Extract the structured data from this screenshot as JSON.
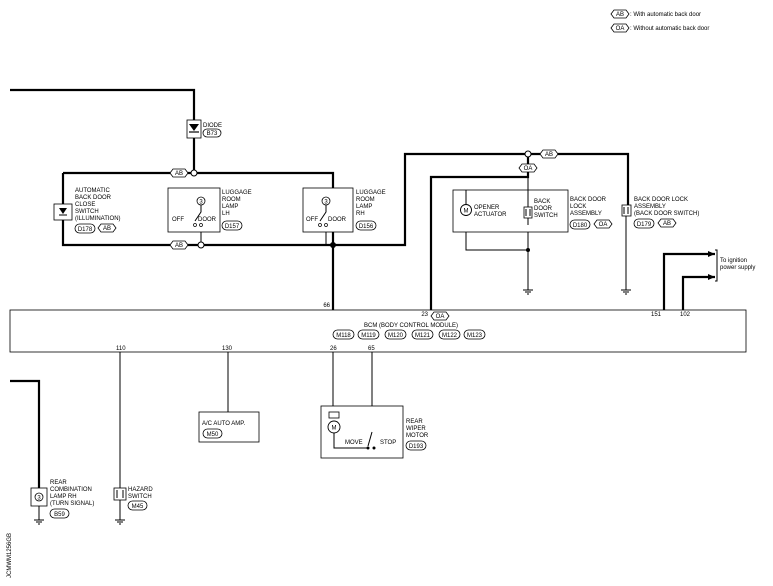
{
  "legend": {
    "ab": {
      "code": "AB",
      "text": ": With automatic back door"
    },
    "oa": {
      "code": "OA",
      "text": ": Without automatic back door"
    }
  },
  "diode": {
    "label": "DIODE",
    "connector": "B73"
  },
  "auto_switch": {
    "lines": [
      "AUTOMATIC",
      "BACK DOOR",
      "CLOSE",
      "SWITCH",
      "(ILLUMINATION)"
    ],
    "connector": "D178",
    "variant": "AB"
  },
  "lamp_lh": {
    "lines": [
      "LUGGAGE",
      "ROOM",
      "LAMP",
      "LH"
    ],
    "connector": "D157",
    "off": "OFF",
    "door": "DOOR"
  },
  "lamp_rh": {
    "lines": [
      "LUGGAGE",
      "ROOM",
      "LAMP",
      "RH"
    ],
    "connector": "D156",
    "off": "OFF",
    "door": "DOOR"
  },
  "opener": {
    "label1": "OPENER",
    "label2": "ACTUATOR"
  },
  "back_door_switch": {
    "lines": [
      "BACK",
      "DOOR",
      "SWITCH"
    ]
  },
  "lock_assembly": {
    "lines": [
      "BACK DOOR",
      "LOCK",
      "ASSEMBLY"
    ],
    "connector": "D180",
    "variant": "OA"
  },
  "lock_assembly_switch": {
    "lines": [
      "BACK DOOR LOCK",
      "ASSEMBLY",
      "(BACK DOOR SWITCH)"
    ],
    "connector": "D179",
    "variant": "AB"
  },
  "ignition": {
    "line1": "To ignition",
    "line2": "power supply"
  },
  "variant_tags": {
    "ab": "AB",
    "oa": "OA"
  },
  "bcm": {
    "title": "BCM (BODY CONTROL MODULE)",
    "connectors": [
      "M118",
      "M119",
      "M120",
      "M121",
      "M122",
      "M123"
    ],
    "pins_top": {
      "p66": "66",
      "p23": "23",
      "p151": "151",
      "p102": "102"
    },
    "pin23_variant": "OA",
    "pins_bottom": {
      "p110": "110",
      "p130": "130",
      "p26": "26",
      "p65": "65"
    }
  },
  "ac_amp": {
    "label": "A/C AUTO AMP.",
    "connector": "M50"
  },
  "wiper": {
    "lines": [
      "REAR",
      "WIPER",
      "MOTOR"
    ],
    "connector": "D193",
    "move": "MOVE",
    "stop": "STOP"
  },
  "rear_combo": {
    "lines": [
      "REAR",
      "COMBINATION",
      "LAMP RH",
      "(TURN SIGNAL)"
    ],
    "connector": "B59"
  },
  "hazard": {
    "lines": [
      "HAZARD",
      "SWITCH"
    ],
    "connector": "M45"
  },
  "drawing_code": "JCMWM1256GB",
  "symbols": {
    "lamp_symbol": "3",
    "motor_symbol": "M"
  }
}
